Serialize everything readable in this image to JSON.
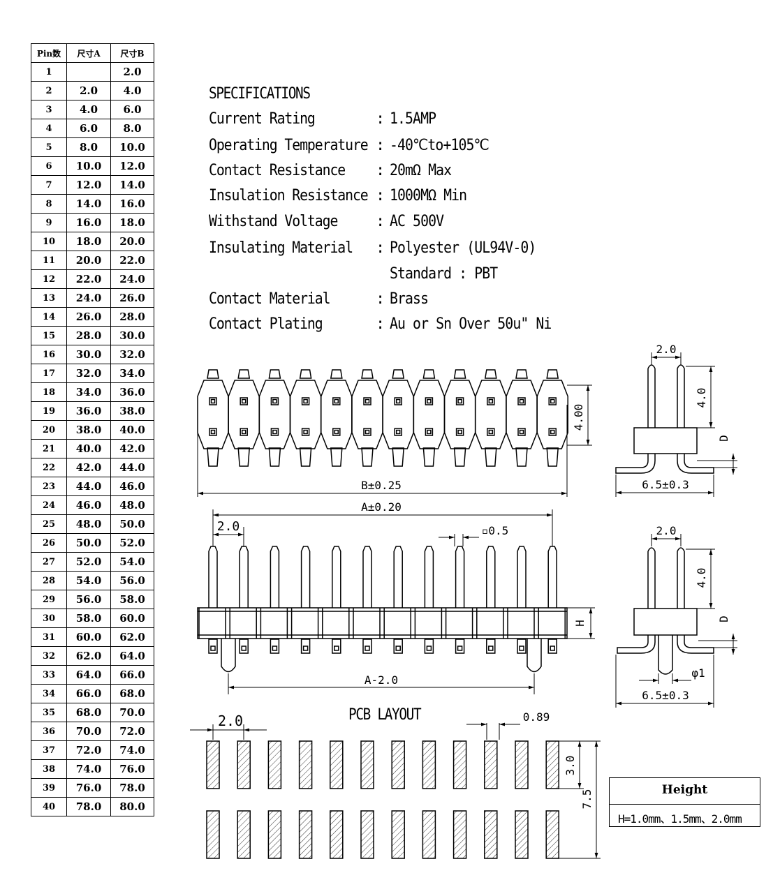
{
  "pin_table": {
    "headers": [
      "Pin数",
      "尺寸A",
      "尺寸B"
    ],
    "rows": [
      [
        "1",
        "",
        "2.0"
      ],
      [
        "2",
        "2.0",
        "4.0"
      ],
      [
        "3",
        "4.0",
        "6.0"
      ],
      [
        "4",
        "6.0",
        "8.0"
      ],
      [
        "5",
        "8.0",
        "10.0"
      ],
      [
        "6",
        "10.0",
        "12.0"
      ],
      [
        "7",
        "12.0",
        "14.0"
      ],
      [
        "8",
        "14.0",
        "16.0"
      ],
      [
        "9",
        "16.0",
        "18.0"
      ],
      [
        "10",
        "18.0",
        "20.0"
      ],
      [
        "11",
        "20.0",
        "22.0"
      ],
      [
        "12",
        "22.0",
        "24.0"
      ],
      [
        "13",
        "24.0",
        "26.0"
      ],
      [
        "14",
        "26.0",
        "28.0"
      ],
      [
        "15",
        "28.0",
        "30.0"
      ],
      [
        "16",
        "30.0",
        "32.0"
      ],
      [
        "17",
        "32.0",
        "34.0"
      ],
      [
        "18",
        "34.0",
        "36.0"
      ],
      [
        "19",
        "36.0",
        "38.0"
      ],
      [
        "20",
        "38.0",
        "40.0"
      ],
      [
        "21",
        "40.0",
        "42.0"
      ],
      [
        "22",
        "42.0",
        "44.0"
      ],
      [
        "23",
        "44.0",
        "46.0"
      ],
      [
        "24",
        "46.0",
        "48.0"
      ],
      [
        "25",
        "48.0",
        "50.0"
      ],
      [
        "26",
        "50.0",
        "52.0"
      ],
      [
        "27",
        "52.0",
        "54.0"
      ],
      [
        "28",
        "54.0",
        "56.0"
      ],
      [
        "29",
        "56.0",
        "58.0"
      ],
      [
        "30",
        "58.0",
        "60.0"
      ],
      [
        "31",
        "60.0",
        "62.0"
      ],
      [
        "32",
        "62.0",
        "64.0"
      ],
      [
        "33",
        "64.0",
        "66.0"
      ],
      [
        "34",
        "66.0",
        "68.0"
      ],
      [
        "35",
        "68.0",
        "70.0"
      ],
      [
        "36",
        "70.0",
        "72.0"
      ],
      [
        "37",
        "72.0",
        "74.0"
      ],
      [
        "38",
        "74.0",
        "76.0"
      ],
      [
        "39",
        "76.0",
        "78.0"
      ],
      [
        "40",
        "78.0",
        "80.0"
      ]
    ]
  },
  "specifications": {
    "title": "SPECIFICATIONS",
    "items": [
      {
        "label": "Current Rating",
        "value": "1.5AMP"
      },
      {
        "label": "Operating Temperature",
        "value": "-40℃to+105℃"
      },
      {
        "label": "Contact Resistance",
        "value": "20mΩ Max"
      },
      {
        "label": "Insulation Resistance",
        "value": "1000MΩ Min"
      },
      {
        "label": "Withstand Voltage",
        "value": "AC 500V"
      },
      {
        "label": "Insulating Material",
        "value": "Polyester (UL94V-0)"
      },
      {
        "label": "",
        "value": "Standard : PBT"
      },
      {
        "label": "Contact Material",
        "value": "Brass"
      },
      {
        "label": "Contact Plating",
        "value": "Au or Sn Over 50u\" Ni"
      }
    ]
  },
  "drawing": {
    "dims": {
      "top_height": "4.00",
      "b_length": "B±0.25",
      "a_length": "A±0.20",
      "pitch": "2.0",
      "pin_square": "▫0.5",
      "front_height": "H",
      "a_minus": "A-2.0",
      "side_pitch": "2.0",
      "side_pin_length": "4.0",
      "side_d": "D",
      "side_width": "6.5±0.3",
      "side2_pitch": "2.0",
      "side2_pin_length": "4.0",
      "side2_d": "D",
      "side2_post": "φ1",
      "side2_width": "6.5±0.3",
      "pcb_pitch": "2.0",
      "pcb_pad": "0.89",
      "pcb_pad_height": "3.0",
      "pcb_total": "7.5"
    },
    "pcb_title": "PCB LAYOUT"
  },
  "height_note": {
    "title": "Height",
    "value": "H=1.0mm、1.5mm、2.0mm"
  }
}
